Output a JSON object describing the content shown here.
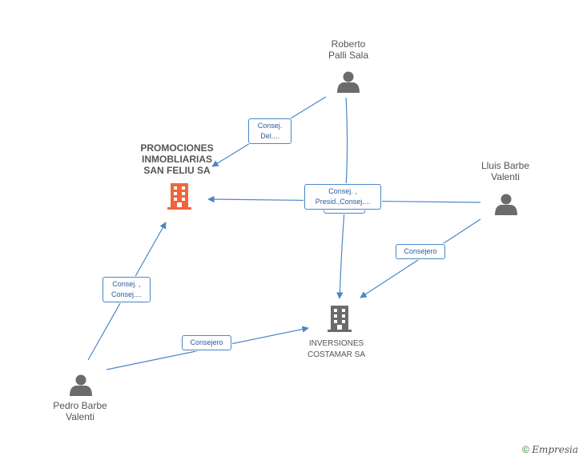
{
  "nodes": {
    "roberto": {
      "label": "Roberto\nPalli Sala",
      "type": "person"
    },
    "lluis": {
      "label": "Lluis Barbe\nValenti",
      "type": "person"
    },
    "pedro": {
      "label": "Pedro Barbe\nValenti",
      "type": "person"
    },
    "promociones": {
      "label": "PROMOCIONES\nINMOBLIARIAS\nSAN FELIU SA",
      "type": "company-main"
    },
    "inversiones": {
      "label": "INVERSIONES\nCOSTAMAR SA",
      "type": "company"
    }
  },
  "edges": {
    "roberto_promociones": "Consej.\nDel....",
    "shared_center": "Consej. ,\nPresid.,Consej....",
    "lluis_inversiones": "Consejero",
    "pedro_promociones": "Consej. ,\nConsej....",
    "pedro_inversiones": "Consejero"
  },
  "colors": {
    "edge": "#4a86c8",
    "person_icon": "#6b6b6b",
    "company_main_icon": "#f0653a",
    "company_icon": "#6b6b6b"
  },
  "footer": {
    "copyright_symbol": "©",
    "brand": "Empresia"
  }
}
